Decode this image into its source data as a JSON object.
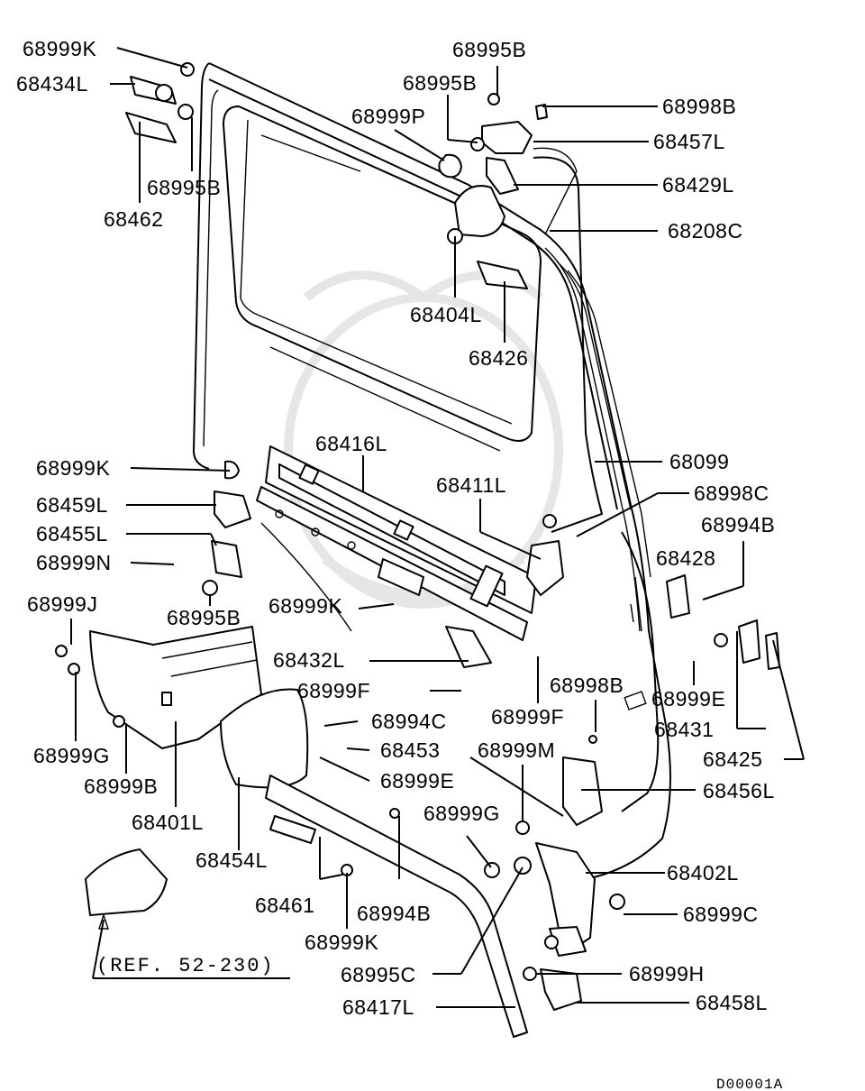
{
  "diagram": {
    "drawing_code": "D00001A",
    "reference_note": "(REF. 52-230)",
    "callouts": [
      {
        "id": "68999K",
        "text": "68999K"
      },
      {
        "id": "68434L",
        "text": "68434L"
      },
      {
        "id": "68995B",
        "text": "68995B"
      },
      {
        "id": "68462",
        "text": "68462"
      },
      {
        "id": "68995B",
        "text": "68995B"
      },
      {
        "id": "68995B",
        "text": "68995B"
      },
      {
        "id": "68998B",
        "text": "68998B"
      },
      {
        "id": "68999P",
        "text": "68999P"
      },
      {
        "id": "68457L",
        "text": "68457L"
      },
      {
        "id": "68429L",
        "text": "68429L"
      },
      {
        "id": "68208C",
        "text": "68208C"
      },
      {
        "id": "68404L",
        "text": "68404L"
      },
      {
        "id": "68426",
        "text": "68426"
      },
      {
        "id": "68416L",
        "text": "68416L"
      },
      {
        "id": "68099",
        "text": "68099"
      },
      {
        "id": "68411L",
        "text": "68411L"
      },
      {
        "id": "68998C",
        "text": "68998C"
      },
      {
        "id": "68999K",
        "text": "68999K"
      },
      {
        "id": "68459L",
        "text": "68459L"
      },
      {
        "id": "68455L",
        "text": "68455L"
      },
      {
        "id": "68999N",
        "text": "68999N"
      },
      {
        "id": "68994B",
        "text": "68994B"
      },
      {
        "id": "68428",
        "text": "68428"
      },
      {
        "id": "68995B",
        "text": "68995B"
      },
      {
        "id": "68999K",
        "text": "68999K"
      },
      {
        "id": "68999J",
        "text": "68999J"
      },
      {
        "id": "68432L",
        "text": "68432L"
      },
      {
        "id": "68999F",
        "text": "68999F"
      },
      {
        "id": "68998B",
        "text": "68998B"
      },
      {
        "id": "68999E",
        "text": "68999E"
      },
      {
        "id": "68994C",
        "text": "68994C"
      },
      {
        "id": "68999F",
        "text": "68999F"
      },
      {
        "id": "68431",
        "text": "68431"
      },
      {
        "id": "68999G",
        "text": "68999G"
      },
      {
        "id": "68453",
        "text": "68453"
      },
      {
        "id": "68999M",
        "text": "68999M"
      },
      {
        "id": "68425",
        "text": "68425"
      },
      {
        "id": "68999B",
        "text": "68999B"
      },
      {
        "id": "68999E",
        "text": "68999E"
      },
      {
        "id": "68456L",
        "text": "68456L"
      },
      {
        "id": "68401L",
        "text": "68401L"
      },
      {
        "id": "68999G",
        "text": "68999G"
      },
      {
        "id": "68454L",
        "text": "68454L"
      },
      {
        "id": "68402L",
        "text": "68402L"
      },
      {
        "id": "68461",
        "text": "68461"
      },
      {
        "id": "68994B",
        "text": "68994B"
      },
      {
        "id": "68999C",
        "text": "68999C"
      },
      {
        "id": "68999K",
        "text": "68999K"
      },
      {
        "id": "68995C",
        "text": "68995C"
      },
      {
        "id": "68999H",
        "text": "68999H"
      },
      {
        "id": "68417L",
        "text": "68417L"
      },
      {
        "id": "68458L",
        "text": "68458L"
      }
    ]
  }
}
